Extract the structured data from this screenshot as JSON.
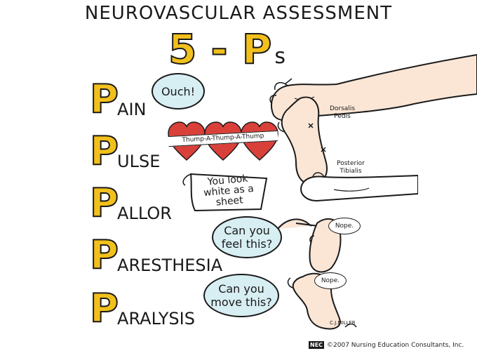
{
  "title": "NEUROVASCULAR ASSESSMENT",
  "heading": {
    "main": "5 - P",
    "suffix": "s"
  },
  "items": [
    {
      "letter": "P",
      "rest": "AIN"
    },
    {
      "letter": "P",
      "rest": "ULSE"
    },
    {
      "letter": "P",
      "rest": "ALLOR"
    },
    {
      "letter": "P",
      "rest": "ARESTHESIA"
    },
    {
      "letter": "P",
      "rest": "ARALYSIS"
    }
  ],
  "bubbles": {
    "pain": "Ouch!",
    "pallor": "You look white as a sheet",
    "paresthesia": "Can you feel this?",
    "paralysis": "Can you move this?",
    "nope1": "Nope.",
    "nope2": "Nope."
  },
  "heart_banner": "Thump-A-Thump-A-Thump",
  "pulse_labels": {
    "dorsalis": "Dorsalis Pedis",
    "posterior": "Posterior Tibialis"
  },
  "signature": "C.J.MILLER",
  "footer": {
    "logo": "NEC",
    "copyright": "©2007 Nursing Education Consultants, Inc."
  },
  "colors": {
    "accent": "#f2c01c",
    "bubble": "#d7eef3",
    "skin": "#fbe6d6",
    "heart": "#d9403a"
  }
}
